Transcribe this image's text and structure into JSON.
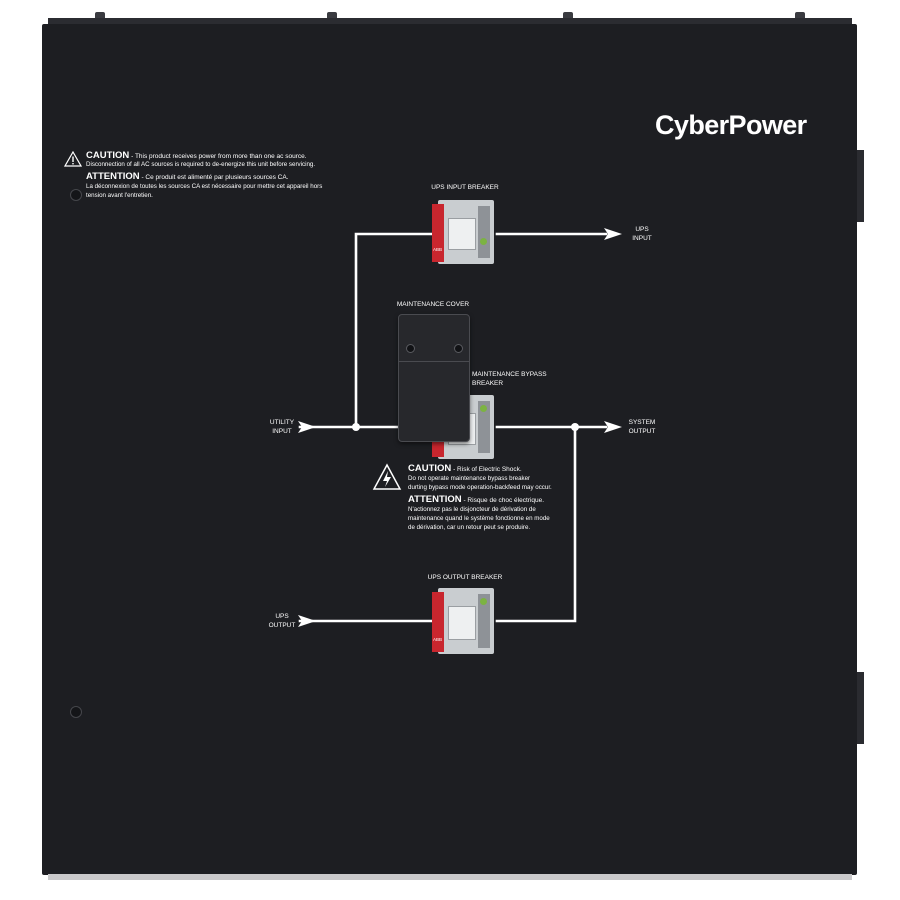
{
  "brand": {
    "logo_text": "CyberPower"
  },
  "colors": {
    "panel": "#1d1e22",
    "line": "#ffffff",
    "breaker_red": "#c8262e",
    "breaker_body": "#c9cdd0",
    "breaker_green": "#7cb342",
    "cover": "#27282c"
  },
  "caution_top": {
    "head_caution": "CAUTION",
    "caution_text": " - This product receives power from more than one ac source.",
    "caution_line2": "Disconnection of all AC sources is required to de-energize this unit before servicing.",
    "head_attention": "ATTENTION",
    "attention_text": " - Ce produit est alimenté par plusieurs sources CA.",
    "attention_line2": "La déconnexion de toutes les sources CA est nécessaire pour mettre cet appareil hors",
    "attention_line3": "tension avant l'entretien."
  },
  "labels": {
    "ups_input_breaker": "UPS INPUT BREAKER",
    "ups_input_1": "UPS",
    "ups_input_2": "INPUT",
    "maintenance_cover": "MAINTENANCE COVER",
    "maint_bypass_1": "MAINTENANCE BYPASS",
    "maint_bypass_2": "BREAKER",
    "utility_input_1": "UTILITY",
    "utility_input_2": "INPUT",
    "system_output_1": "SYSTEM",
    "system_output_2": "OUTPUT",
    "ups_output_breaker": "UPS OUTPUT BREAKER",
    "ups_output_1": "UPS",
    "ups_output_2": "OUTPUT"
  },
  "caution_mid": {
    "head_caution": "CAUTION",
    "caution_text": " - Risk of Electric Shock.",
    "caution_line2": "Do not operate maintenance bypass breaker",
    "caution_line3": "durting bypass mode operation-backfeed may occur.",
    "head_attention": "ATTENTION",
    "attention_text": " - Risque de choc électrique.",
    "attention_line2": "N'actionnez pas le disjoncteur de dérivation de",
    "attention_line3": "maintenance quand le système fonctionne en mode",
    "attention_line4": "de dérivation, car un retour peut se produire."
  },
  "breaker_mark": "ABB"
}
